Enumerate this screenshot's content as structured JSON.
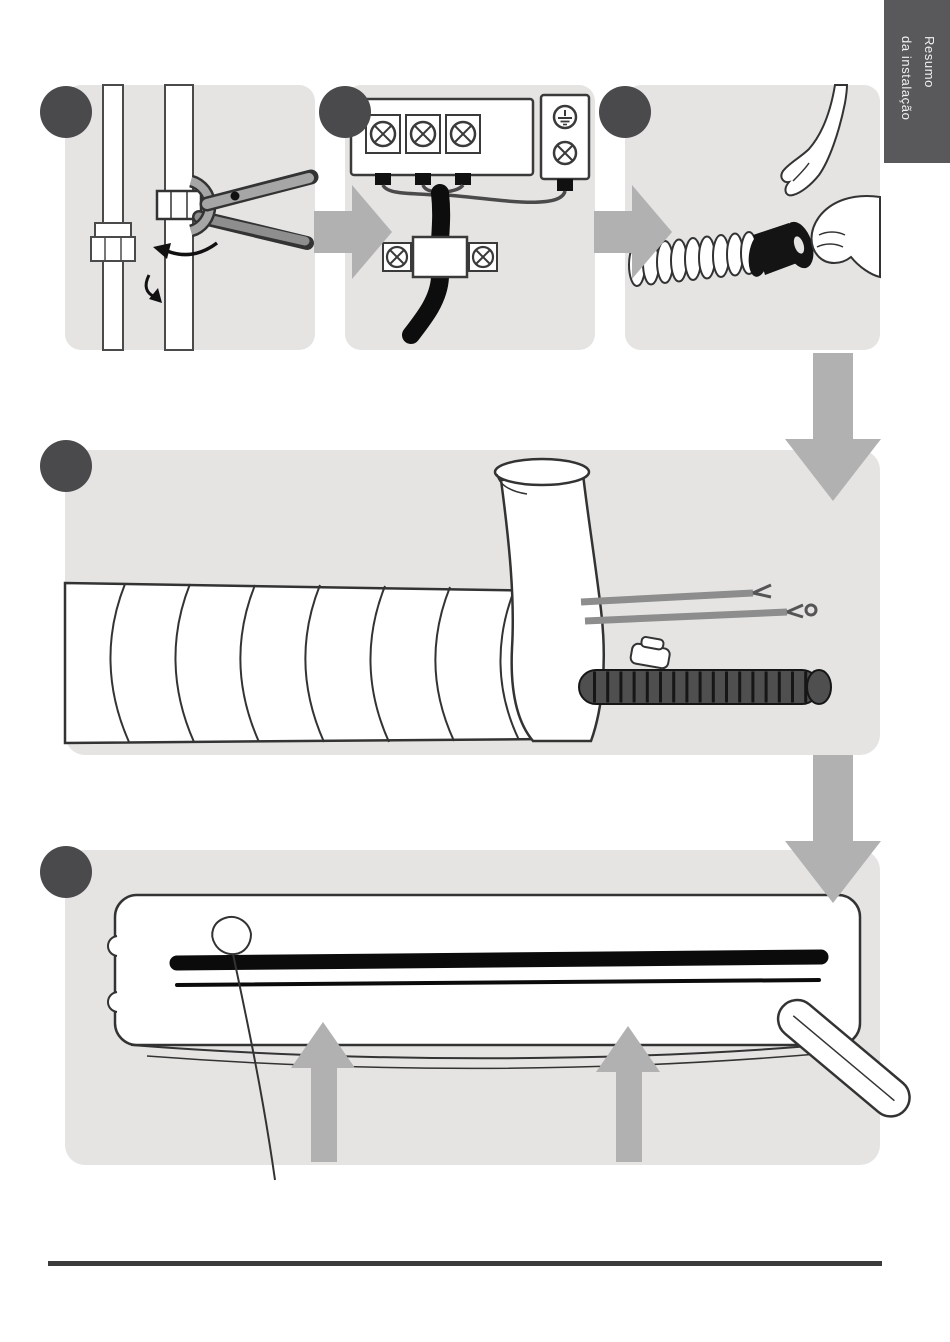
{
  "page": {
    "side_tab": {
      "line1": "Resumo",
      "line2": "da instalação"
    },
    "colors": {
      "page_bg": "#ffffff",
      "panel_bg": "#e5e4e3",
      "arrow": "#b2b1b1",
      "badge": "#4a4a4c",
      "tab_bg": "#59595b",
      "tab_text": "#f0f0f0",
      "rule": "#3b3b3b",
      "line_ink": "#333333",
      "fill_black": "#111111"
    },
    "steps": [
      {
        "panel": "step-panel-1",
        "illustration": "tighten-flare-nut-with-wrench"
      },
      {
        "panel": "step-panel-2",
        "illustration": "connect-cable-to-terminal-block"
      },
      {
        "panel": "step-panel-3",
        "illustration": "wrap-insulation-tape-on-pipe"
      },
      {
        "panel": "step-panel-4",
        "illustration": "tape-wrap-pipe-bundle-with-wires-and-drain-hose"
      },
      {
        "panel": "step-panel-5",
        "illustration": "push-indoor-unit-onto-mounting-plate"
      }
    ]
  }
}
